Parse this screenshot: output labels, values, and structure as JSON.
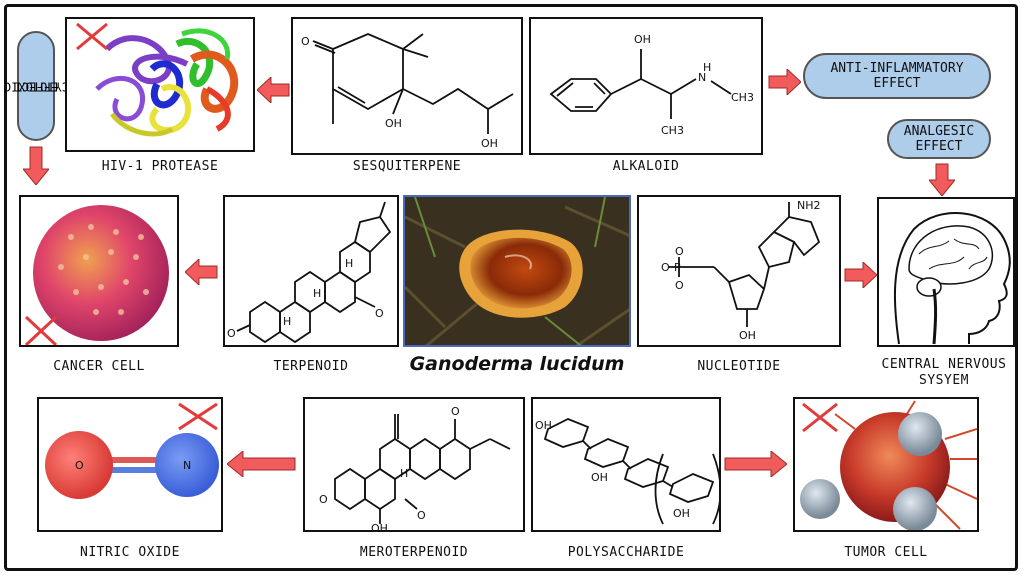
{
  "center": {
    "title": "Ganoderma lucidum"
  },
  "labels": {
    "hiv": "HIV-1 PROTEASE",
    "sesquiterpene": "SESQUITERPENE",
    "alkaloid": "ALKALOID",
    "cancer": "CANCER CELL",
    "terpenoid": "TERPENOID",
    "nucleotide": "NUCLEOTIDE",
    "cns_line1": "CENTRAL NERVOUS",
    "cns_line2": "SYSYEM",
    "nitric": "NITRIC OXIDE",
    "meroterpenoid": "MEROTERPENOID",
    "polysaccharide": "POLYSACCHARIDE",
    "tumor": "TUMOR CELL"
  },
  "effects": {
    "cytotoxic_line1": "CYTOTOXIC",
    "cytotoxic_line2": "EFFECT",
    "anti_line1": "ANTI-INFLAMMATORY",
    "anti_line2": "EFFECT",
    "analgesic_line1": "ANALGESIC",
    "analgesic_line2": "EFFECT"
  },
  "chem": {
    "oh": "OH",
    "h": "H",
    "n": "N",
    "ch3": "CH3",
    "o": "O",
    "nh2": "NH2",
    "p": "P",
    "n_atom": "N"
  },
  "colors": {
    "arrow": "#f25b5b",
    "pill": "#aecdea",
    "cross": "#e23b3b",
    "o_atom": "#f0504a",
    "n_atom": "#4a74e8"
  }
}
